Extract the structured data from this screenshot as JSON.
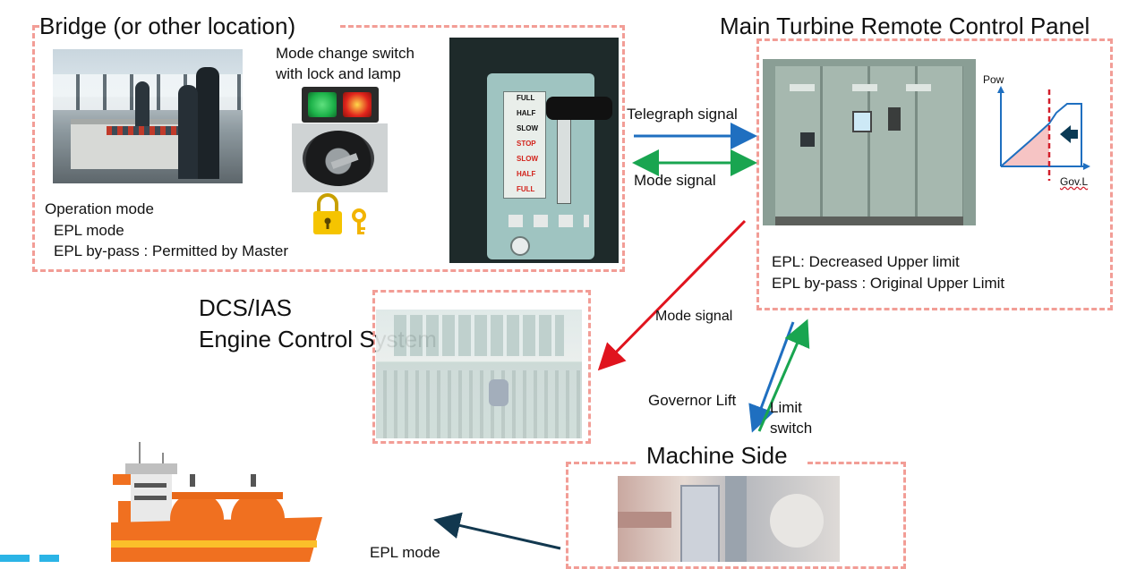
{
  "bridge": {
    "title": "Bridge (or other location)",
    "mode_switch_label_1": "Mode change switch",
    "mode_switch_label_2": "with lock and lamp",
    "operation_mode": "Operation mode",
    "epl_mode": "EPL mode",
    "epl_bypass": "EPL by-pass : Permitted by Master"
  },
  "panel": {
    "title": "Main Turbine Remote Control Panel",
    "epl_text": "EPL: Decreased Upper limit",
    "bypass_text": "EPL by-pass : Original Upper Limit",
    "graph_y_label": "Pow",
    "graph_x_label": "Gov.L"
  },
  "signals": {
    "telegraph": "Telegraph signal",
    "mode": "Mode signal",
    "mode_dcs": "Mode signal",
    "governor": "Governor Lift",
    "limit_1": "Limit",
    "limit_2": "switch",
    "epl_mode": "EPL mode"
  },
  "dcs": {
    "title_1": "DCS/IAS",
    "title_2": "Engine Control System"
  },
  "machine": {
    "title": "Machine Side"
  },
  "telegraph_plate": [
    "FULL",
    "HALF",
    "SLOW",
    "STOP",
    "SLOW",
    "HALF",
    "FULL"
  ],
  "colors": {
    "dashed_border": "#f29d96",
    "telegraph_arrow": "#1f6fc0",
    "mode_arrow": "#19a550",
    "dcs_arrow": "#e0141e",
    "epl_arrow": "#12384f",
    "ship_hull": "#f07020",
    "lamp_green": "#1db34a",
    "lamp_red": "#e0241c"
  },
  "icons": [
    "padlock-icon",
    "key-icon",
    "ship-icon"
  ]
}
